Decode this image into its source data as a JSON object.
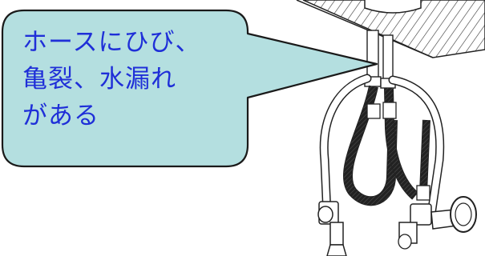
{
  "callout": {
    "lines": [
      "ホースにひび、",
      "亀裂、水漏れ",
      "がある"
    ],
    "fill_color": "#b4dfe0",
    "border_color": "#1a1a1a",
    "text_color": "#1f2fd8"
  },
  "illustration": {
    "subject": "faucet-supply-hoses-under-sink",
    "icon": "hose-valve-illustration"
  }
}
